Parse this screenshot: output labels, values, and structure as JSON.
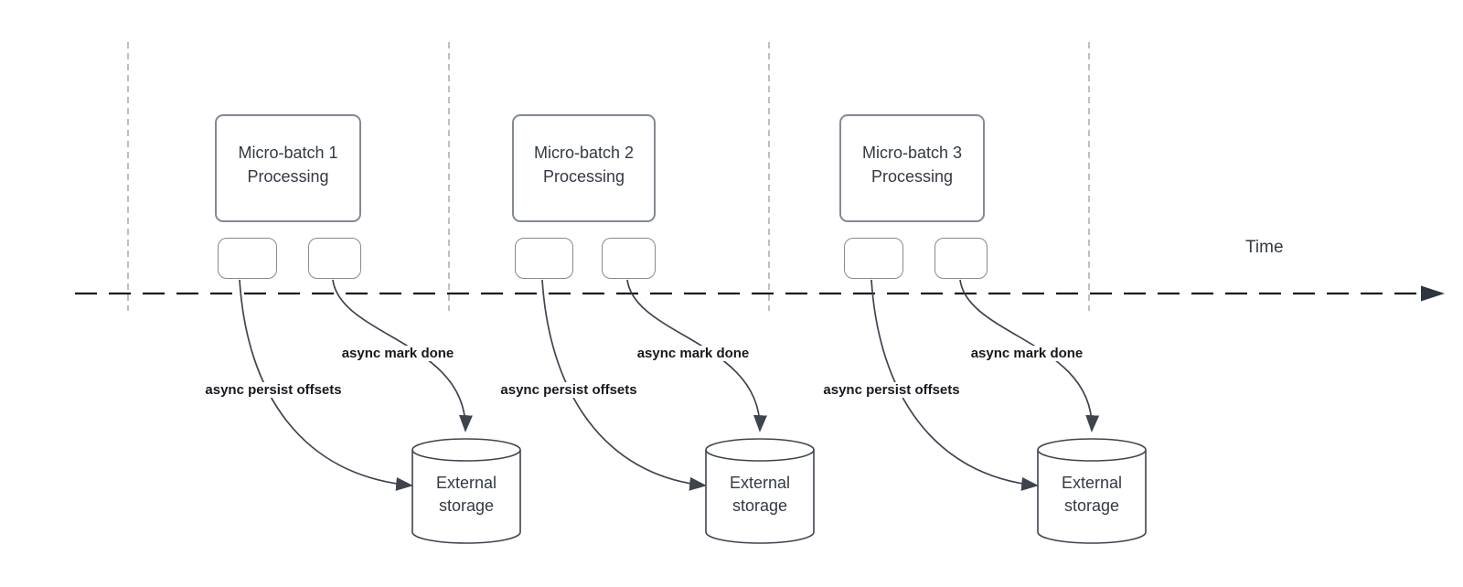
{
  "diagram": {
    "time_axis_label": "Time",
    "columns": [
      {
        "batch_box": {
          "line1": "Micro-batch 1",
          "line2": "Processing"
        },
        "persist_arrow_label": "async persist offsets",
        "mark_done_arrow_label": "async mark done",
        "storage": {
          "line1": "External",
          "line2": "storage"
        }
      },
      {
        "batch_box": {
          "line1": "Micro-batch 2",
          "line2": "Processing"
        },
        "persist_arrow_label": "async persist offsets",
        "mark_done_arrow_label": "async mark done",
        "storage": {
          "line1": "External",
          "line2": "storage"
        }
      },
      {
        "batch_box": {
          "line1": "Micro-batch 3",
          "line2": "Processing"
        },
        "persist_arrow_label": "async persist offsets",
        "mark_done_arrow_label": "async mark done",
        "storage": {
          "line1": "External",
          "line2": "storage"
        }
      }
    ],
    "colors": {
      "background": "#ffffff",
      "box_border": "#848a93",
      "box_text": "#343a43",
      "label_text": "#16191e",
      "arrow": "#3e434e",
      "cylinder_stroke": "#3e434e",
      "time_axis": "#15181e",
      "time_axis_arrowhead": "#2e3440",
      "guide_line": "#b6b9bc"
    }
  }
}
